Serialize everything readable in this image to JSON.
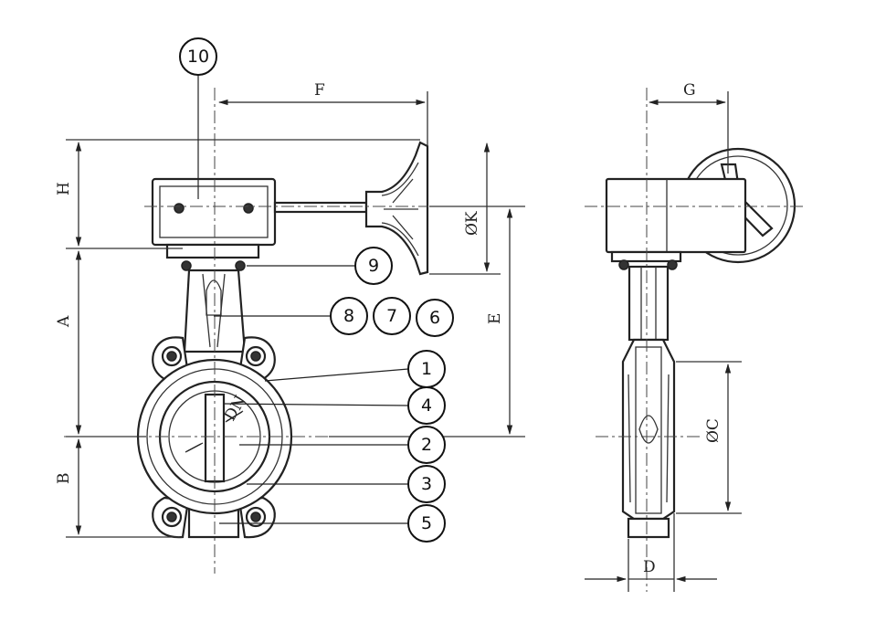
{
  "dimensions": {
    "F": "F",
    "G": "G",
    "H": "H",
    "A": "A",
    "B": "B",
    "E": "E",
    "K": "ØK",
    "C": "ØC",
    "D": "D",
    "DN": "DN"
  },
  "balloons": {
    "b10": "10",
    "b9": "9",
    "b8": "8",
    "b7": "7",
    "b6": "6",
    "b1": "1",
    "b4": "4",
    "b2": "2",
    "b3": "3",
    "b5": "5"
  }
}
